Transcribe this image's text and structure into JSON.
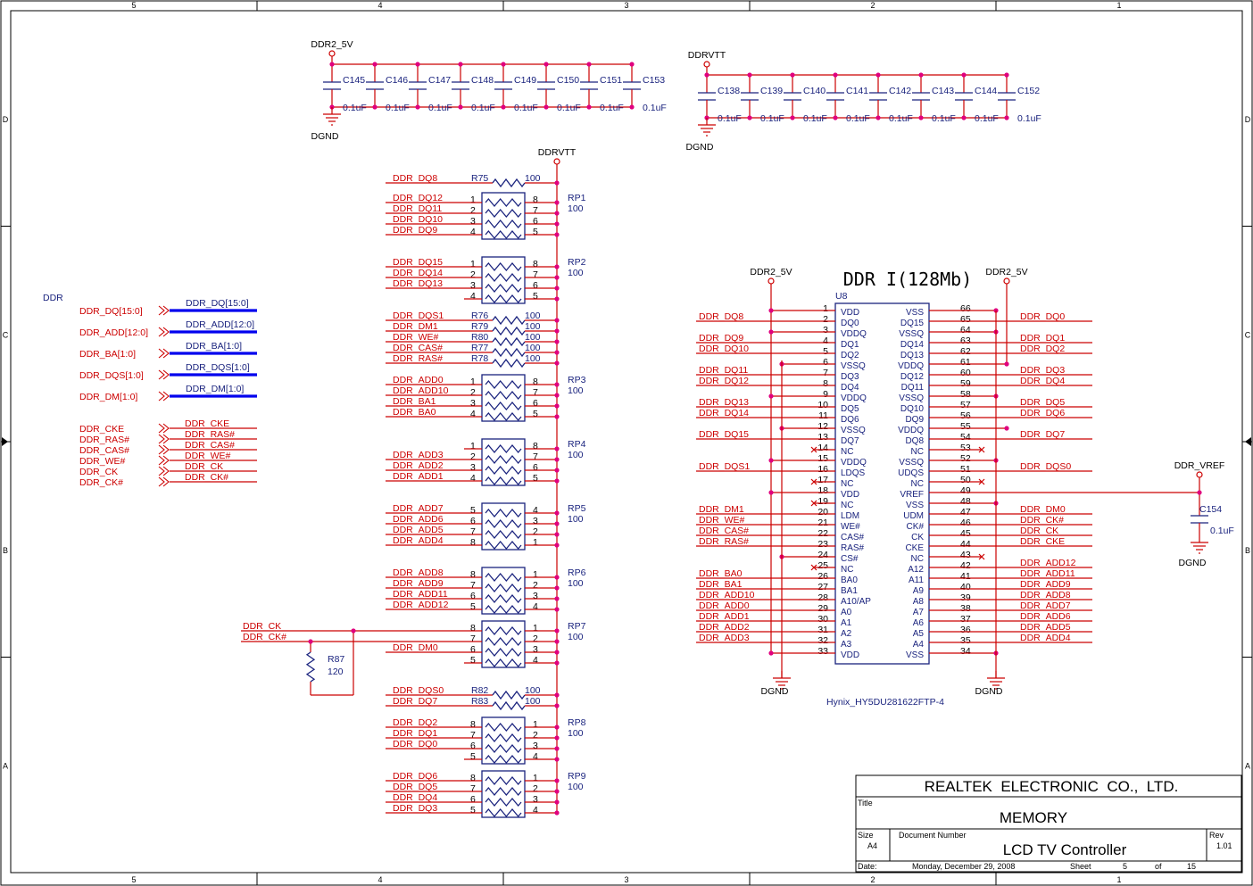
{
  "frame": {
    "columns": [
      "5",
      "4",
      "3",
      "2",
      "1"
    ],
    "rows": [
      "D",
      "C",
      "B",
      "A"
    ]
  },
  "decoupling": {
    "left": {
      "net": "DDR2_5V",
      "gnd": "DGND",
      "caps": [
        {
          "ref": "C145",
          "val": "0.1uF"
        },
        {
          "ref": "C146",
          "val": "0.1uF"
        },
        {
          "ref": "C147",
          "val": "0.1uF"
        },
        {
          "ref": "C148",
          "val": "0.1uF"
        },
        {
          "ref": "C149",
          "val": "0.1uF"
        },
        {
          "ref": "C150",
          "val": "0.1uF"
        },
        {
          "ref": "C151",
          "val": "0.1uF"
        },
        {
          "ref": "C153",
          "val": "0.1uF"
        }
      ]
    },
    "right": {
      "net": "DDRVTT",
      "gnd": "DGND",
      "caps": [
        {
          "ref": "C138",
          "val": "0.1uF"
        },
        {
          "ref": "C139",
          "val": "0.1uF"
        },
        {
          "ref": "C140",
          "val": "0.1uF"
        },
        {
          "ref": "C141",
          "val": "0.1uF"
        },
        {
          "ref": "C142",
          "val": "0.1uF"
        },
        {
          "ref": "C143",
          "val": "0.1uF"
        },
        {
          "ref": "C144",
          "val": "0.1uF"
        },
        {
          "ref": "C152",
          "val": "0.1uF"
        }
      ]
    }
  },
  "bus_block": {
    "title": "DDR",
    "buses": [
      {
        "port": "DDR_DQ[15:0]",
        "net": "DDR_DQ[15:0]"
      },
      {
        "port": "DDR_ADD[12:0]",
        "net": "DDR_ADD[12:0]"
      },
      {
        "port": "DDR_BA[1:0]",
        "net": "DDR_BA[1:0]"
      },
      {
        "port": "DDR_DQS[1:0]",
        "net": "DDR_DQS[1:0]"
      },
      {
        "port": "DDR_DM[1:0]",
        "net": "DDR_DM[1:0]"
      }
    ],
    "signals": [
      {
        "port": "DDR_CKE",
        "net": "DDR_CKE"
      },
      {
        "port": "DDR_RAS#",
        "net": "DDR_RAS#"
      },
      {
        "port": "DDR_CAS#",
        "net": "DDR_CAS#"
      },
      {
        "port": "DDR_WE#",
        "net": "DDR_WE#"
      },
      {
        "port": "DDR_CK",
        "net": "DDR_CK"
      },
      {
        "port": "DDR_CK#",
        "net": "DDR_CK#"
      }
    ]
  },
  "termination": {
    "rail": "DDRVTT",
    "single": [
      {
        "ref": "R75",
        "val": "100",
        "net": "DDR_DQ8"
      },
      {
        "ref": "R76",
        "val": "100",
        "net": "DDR_DQS1"
      },
      {
        "ref": "R79",
        "val": "100",
        "net": "DDR_DM1"
      },
      {
        "ref": "R80",
        "val": "100",
        "net": "DDR_WE#"
      },
      {
        "ref": "R77",
        "val": "100",
        "net": "DDR_CAS#"
      },
      {
        "ref": "R78",
        "val": "100",
        "net": "DDR_RAS#"
      },
      {
        "ref": "R82",
        "val": "100",
        "net": "DDR_DQS0"
      },
      {
        "ref": "R83",
        "val": "100",
        "net": "DDR_DQ7"
      }
    ],
    "packs": [
      {
        "ref": "RP1",
        "val": "100",
        "nets": [
          "DDR_DQ12",
          "DDR_DQ11",
          "DDR_DQ10",
          "DDR_DQ9"
        ],
        "lp": [
          "1",
          "2",
          "3",
          "4"
        ],
        "rp": [
          "8",
          "7",
          "6",
          "5"
        ]
      },
      {
        "ref": "RP2",
        "val": "100",
        "nets": [
          "DDR_DQ15",
          "DDR_DQ14",
          "DDR_DQ13",
          ""
        ],
        "lp": [
          "1",
          "2",
          "3",
          "4"
        ],
        "rp": [
          "8",
          "7",
          "6",
          "5"
        ]
      },
      {
        "ref": "RP3",
        "val": "100",
        "nets": [
          "DDR_ADD0",
          "DDR_ADD10",
          "DDR_BA1",
          "DDR_BA0"
        ],
        "lp": [
          "1",
          "2",
          "3",
          "4"
        ],
        "rp": [
          "8",
          "7",
          "6",
          "5"
        ]
      },
      {
        "ref": "RP4",
        "val": "100",
        "nets": [
          "",
          "DDR_ADD3",
          "DDR_ADD2",
          "DDR_ADD1"
        ],
        "lp": [
          "1",
          "2",
          "3",
          "4"
        ],
        "rp": [
          "8",
          "7",
          "6",
          "5"
        ]
      },
      {
        "ref": "RP5",
        "val": "100",
        "nets": [
          "DDR_ADD7",
          "DDR_ADD6",
          "DDR_ADD5",
          "DDR_ADD4"
        ],
        "lp": [
          "5",
          "6",
          "7",
          "8"
        ],
        "rp": [
          "4",
          "3",
          "2",
          "1"
        ]
      },
      {
        "ref": "RP6",
        "val": "100",
        "nets": [
          "DDR_ADD8",
          "DDR_ADD9",
          "DDR_ADD11",
          "DDR_ADD12"
        ],
        "lp": [
          "8",
          "7",
          "6",
          "5"
        ],
        "rp": [
          "1",
          "2",
          "3",
          "4"
        ]
      },
      {
        "ref": "RP7",
        "val": "100",
        "nets": [
          "DDR_CK",
          "DDR_CK#",
          "DDR_DM0",
          ""
        ],
        "lp": [
          "8",
          "7",
          "6",
          "5"
        ],
        "rp": [
          "1",
          "2",
          "3",
          "4"
        ]
      },
      {
        "ref": "RP8",
        "val": "100",
        "nets": [
          "DDR_DQ2",
          "DDR_DQ1",
          "DDR_DQ0",
          ""
        ],
        "lp": [
          "8",
          "7",
          "6",
          "5"
        ],
        "rp": [
          "1",
          "2",
          "3",
          "4"
        ]
      },
      {
        "ref": "RP9",
        "val": "100",
        "nets": [
          "DDR_DQ6",
          "DDR_DQ5",
          "DDR_DQ4",
          "DDR_DQ3"
        ],
        "lp": [
          "8",
          "7",
          "6",
          "5"
        ],
        "rp": [
          "1",
          "2",
          "3",
          "4"
        ]
      }
    ],
    "ck_resistor": {
      "ref": "R87",
      "val": "120"
    }
  },
  "chip": {
    "title": "DDR I(128Mb)",
    "ref": "U8",
    "part": "Hynix_HY5DU281622FTP-4",
    "left_power": "DDR2_5V",
    "right_power": "DDR2_5V",
    "gnd_left": "DGND",
    "gnd_right": "DGND",
    "left_pins": [
      {
        "n": "1",
        "name": "VDD",
        "net": ""
      },
      {
        "n": "2",
        "name": "DQ0",
        "net": "DDR_DQ8"
      },
      {
        "n": "3",
        "name": "VDDQ",
        "net": ""
      },
      {
        "n": "4",
        "name": "DQ1",
        "net": "DDR_DQ9"
      },
      {
        "n": "5",
        "name": "DQ2",
        "net": "DDR_DQ10"
      },
      {
        "n": "6",
        "name": "VSSQ",
        "net": ""
      },
      {
        "n": "7",
        "name": "DQ3",
        "net": "DDR_DQ11"
      },
      {
        "n": "8",
        "name": "DQ4",
        "net": "DDR_DQ12"
      },
      {
        "n": "9",
        "name": "VDDQ",
        "net": ""
      },
      {
        "n": "10",
        "name": "DQ5",
        "net": "DDR_DQ13"
      },
      {
        "n": "11",
        "name": "DQ6",
        "net": "DDR_DQ14"
      },
      {
        "n": "12",
        "name": "VSSQ",
        "net": ""
      },
      {
        "n": "13",
        "name": "DQ7",
        "net": "DDR_DQ15"
      },
      {
        "n": "14",
        "name": "NC",
        "net": ""
      },
      {
        "n": "15",
        "name": "VDDQ",
        "net": ""
      },
      {
        "n": "16",
        "name": "LDQS",
        "net": "DDR_DQS1"
      },
      {
        "n": "17",
        "name": "NC",
        "net": ""
      },
      {
        "n": "18",
        "name": "VDD",
        "net": ""
      },
      {
        "n": "19",
        "name": "NC",
        "net": ""
      },
      {
        "n": "20",
        "name": "LDM",
        "net": "DDR_DM1"
      },
      {
        "n": "21",
        "name": "WE#",
        "net": "DDR_WE#"
      },
      {
        "n": "22",
        "name": "CAS#",
        "net": "DDR_CAS#"
      },
      {
        "n": "23",
        "name": "RAS#",
        "net": "DDR_RAS#"
      },
      {
        "n": "24",
        "name": "CS#",
        "net": ""
      },
      {
        "n": "25",
        "name": "NC",
        "net": ""
      },
      {
        "n": "26",
        "name": "BA0",
        "net": "DDR_BA0"
      },
      {
        "n": "27",
        "name": "BA1",
        "net": "DDR_BA1"
      },
      {
        "n": "28",
        "name": "A10/AP",
        "net": "DDR_ADD10"
      },
      {
        "n": "29",
        "name": "A0",
        "net": "DDR_ADD0"
      },
      {
        "n": "30",
        "name": "A1",
        "net": "DDR_ADD1"
      },
      {
        "n": "31",
        "name": "A2",
        "net": "DDR_ADD2"
      },
      {
        "n": "32",
        "name": "A3",
        "net": "DDR_ADD3"
      },
      {
        "n": "33",
        "name": "VDD",
        "net": ""
      }
    ],
    "right_pins": [
      {
        "n": "66",
        "name": "VSS",
        "net": ""
      },
      {
        "n": "65",
        "name": "DQ15",
        "net": "DDR_DQ0"
      },
      {
        "n": "64",
        "name": "VSSQ",
        "net": ""
      },
      {
        "n": "63",
        "name": "DQ14",
        "net": "DDR_DQ1"
      },
      {
        "n": "62",
        "name": "DQ13",
        "net": "DDR_DQ2"
      },
      {
        "n": "61",
        "name": "VDDQ",
        "net": ""
      },
      {
        "n": "60",
        "name": "DQ12",
        "net": "DDR_DQ3"
      },
      {
        "n": "59",
        "name": "DQ11",
        "net": "DDR_DQ4"
      },
      {
        "n": "58",
        "name": "VSSQ",
        "net": ""
      },
      {
        "n": "57",
        "name": "DQ10",
        "net": "DDR_DQ5"
      },
      {
        "n": "56",
        "name": "DQ9",
        "net": "DDR_DQ6"
      },
      {
        "n": "55",
        "name": "VDDQ",
        "net": ""
      },
      {
        "n": "54",
        "name": "DQ8",
        "net": "DDR_DQ7"
      },
      {
        "n": "53",
        "name": "NC",
        "net": ""
      },
      {
        "n": "52",
        "name": "VSSQ",
        "net": ""
      },
      {
        "n": "51",
        "name": "UDQS",
        "net": "DDR_DQS0"
      },
      {
        "n": "50",
        "name": "NC",
        "net": ""
      },
      {
        "n": "49",
        "name": "VREF",
        "net": ""
      },
      {
        "n": "48",
        "name": "VSS",
        "net": ""
      },
      {
        "n": "47",
        "name": "UDM",
        "net": "DDR_DM0"
      },
      {
        "n": "46",
        "name": "CK#",
        "net": "DDR_CK#"
      },
      {
        "n": "45",
        "name": "CK",
        "net": "DDR_CK"
      },
      {
        "n": "44",
        "name": "CKE",
        "net": "DDR_CKE"
      },
      {
        "n": "43",
        "name": "NC",
        "net": ""
      },
      {
        "n": "42",
        "name": "A12",
        "net": "DDR_ADD12"
      },
      {
        "n": "41",
        "name": "A11",
        "net": "DDR_ADD11"
      },
      {
        "n": "40",
        "name": "A9",
        "net": "DDR_ADD9"
      },
      {
        "n": "39",
        "name": "A8",
        "net": "DDR_ADD8"
      },
      {
        "n": "38",
        "name": "A7",
        "net": "DDR_ADD7"
      },
      {
        "n": "37",
        "name": "A6",
        "net": "DDR_ADD6"
      },
      {
        "n": "36",
        "name": "A5",
        "net": "DDR_ADD5"
      },
      {
        "n": "35",
        "name": "A4",
        "net": "DDR_ADD4"
      },
      {
        "n": "34",
        "name": "VSS",
        "net": ""
      }
    ]
  },
  "vref": {
    "net": "DDR_VREF",
    "cap": "C154",
    "val": "0.1uF",
    "gnd": "DGND"
  },
  "title_block": {
    "company": "REALTEK  ELECTRONIC  CO.,  LTD.",
    "title_label": "Title",
    "title": "MEMORY",
    "size_label": "Size",
    "size": "A4",
    "docnum_label": "Document Number",
    "docnum": "LCD TV Controller",
    "rev_label": "Rev",
    "rev": "1.01",
    "date_label": "Date:",
    "date": "Monday, December 29, 2008",
    "sheet_label": "Sheet",
    "sheet": "5",
    "of_label": "of",
    "of": "15"
  }
}
